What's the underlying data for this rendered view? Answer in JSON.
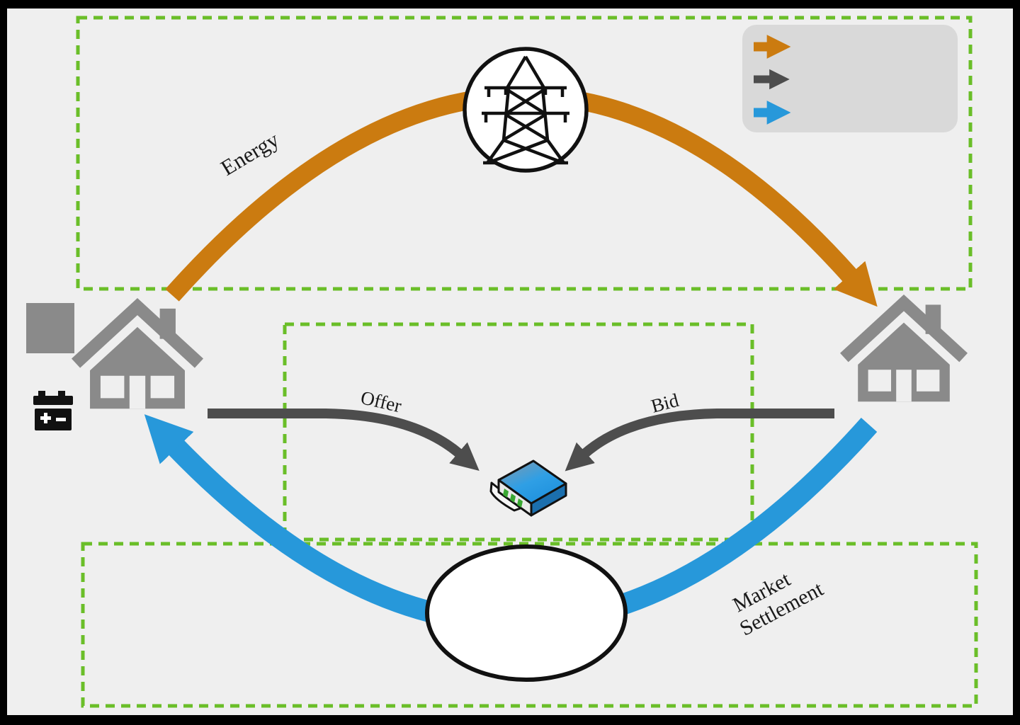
{
  "labels": {
    "energy": "Energy",
    "offer": "Offer",
    "bid": "Bid",
    "market_line1": "Market",
    "market_line2": "Settlement"
  },
  "colors": {
    "energy": "#cb7b10",
    "communication": "#4d4d4d",
    "settlement": "#2798da",
    "house": "#8a8a8a",
    "box_border": "#6abe28",
    "legend_bg": "#d9d9d9",
    "background": "#efefef",
    "frame": "#000000",
    "outline": "#111111",
    "ellipse_fill": "#ffffff",
    "led": "#3aa832"
  },
  "legend": {
    "items": [
      {
        "icon": "energy-arrow",
        "color": "#cb7b10",
        "label": ""
      },
      {
        "icon": "communication-arrow",
        "color": "#4d4d4d",
        "label": ""
      },
      {
        "icon": "settlement-arrow",
        "color": "#2798da",
        "label": ""
      }
    ]
  },
  "icons": {
    "grid": "transmission-tower-icon",
    "left_house": "house-icon",
    "right_house": "house-icon",
    "storage": "battery-icon",
    "panel": "panel-square-icon",
    "platform": "router-icon",
    "settlement_node": "ellipse-node"
  }
}
